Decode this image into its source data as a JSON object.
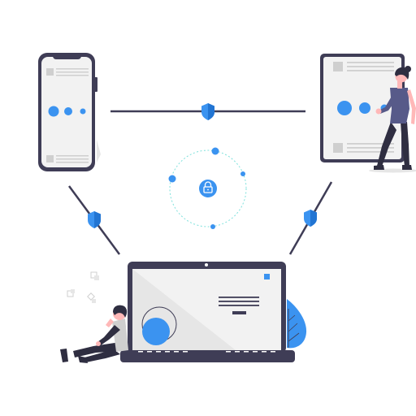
{
  "illustration": {
    "subject": "secure-device-sync",
    "devices": [
      "phone",
      "tablet",
      "laptop"
    ],
    "connectors": [
      "shield-icon",
      "shield-icon",
      "shield-icon"
    ],
    "center_icon": "lock-icon",
    "colors": {
      "accent": "#3b93f0",
      "device_frame": "#3f3d56",
      "screen": "#f2f2f2",
      "placeholder": "#cfcfcf",
      "orbit": "#7fe1dc",
      "skin": "#ffb8b8",
      "hair": "#2f2e41"
    }
  }
}
